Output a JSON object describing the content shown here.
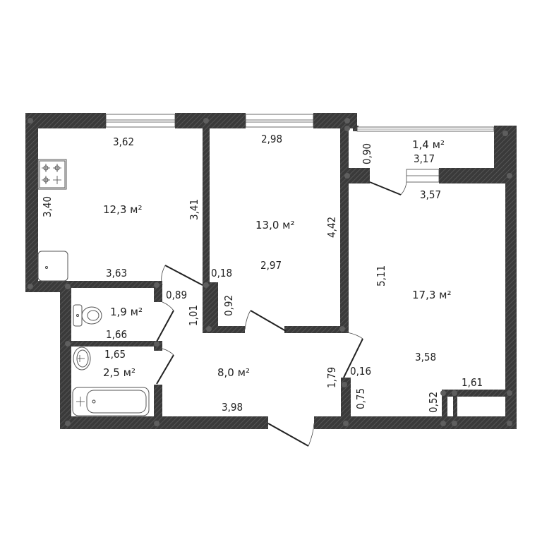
{
  "plan": {
    "title": "Apartment floor plan",
    "units": "m",
    "colors": {
      "wall": "#3a3a3a",
      "hatch": "#5a5a5a",
      "background": "#ffffff",
      "text": "#222222"
    }
  },
  "rooms": {
    "kitchen": {
      "area": "12,3 м²",
      "width_top": "3,62",
      "width_bottom": "3,63",
      "height_left": "3,40",
      "height_right": "3,41"
    },
    "room_middle": {
      "area": "13,0 м²",
      "width_top": "2,98",
      "width_bottom": "2,97",
      "height_right": "4,42",
      "nib": "0,18",
      "door_wall": "0,92"
    },
    "balcony": {
      "area": "1,4 м²",
      "length": "3,17",
      "depth": "0,90"
    },
    "room_large": {
      "area": "17,3 м²",
      "width_top": "3,57",
      "width_bottom": "3,58",
      "height_left": "5,11",
      "nib": "0,16",
      "door_wall": "0,75",
      "closet_depth": "0,52",
      "closet_width": "1,61"
    },
    "toilet": {
      "area": "1,9 м²",
      "width": "1,66",
      "door": "0,89"
    },
    "bathroom": {
      "area": "2,5 м²",
      "width": "1,65"
    },
    "hallway": {
      "area": "8,0 м²",
      "length": "3,98",
      "width_left": "1,01",
      "width_right": "1,79"
    }
  },
  "fixtures": [
    "stove-icon",
    "kitchen-sink-icon",
    "toilet-icon",
    "washbasin-icon",
    "bathtub-icon"
  ]
}
